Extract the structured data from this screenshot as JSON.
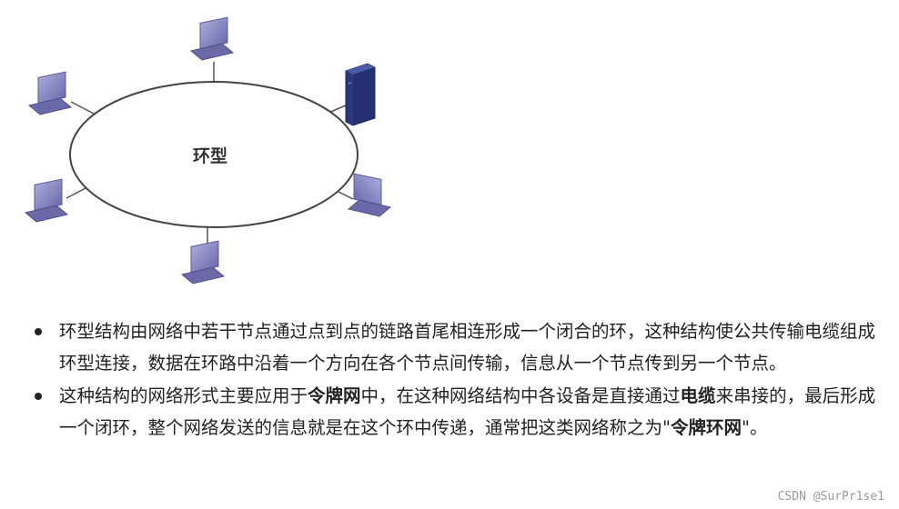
{
  "figure": {
    "ring_label": "环型"
  },
  "bullets": [
    {
      "text": "环型结构由网络中若干节点通过点到点的链路首尾相连形成一个闭合的环，这种结构使公共传输电缆组成环型连接，数据在环路中沿着一个方向在各个节点间传输，信息从一个节点传到另一个节点。"
    },
    {
      "part1": "这种结构的网络形式主要应用于",
      "bold1": "令牌网",
      "part2": "中，在这种网络结构中各设备是直接通过",
      "bold2": "电缆",
      "part3": "来串接的，最后形成一个闭环，整个网络发送的信息就是在这个环中传递，通常把这类网络称之为\"",
      "bold3": "令牌环网",
      "part4": "\"。"
    }
  ],
  "watermark": "CSDN @SurPr1se1",
  "colors": {
    "laptop_screen": "#7f7fb8",
    "laptop_body": "#6767a6",
    "server": "#2f3b80",
    "ring": "#444444"
  }
}
